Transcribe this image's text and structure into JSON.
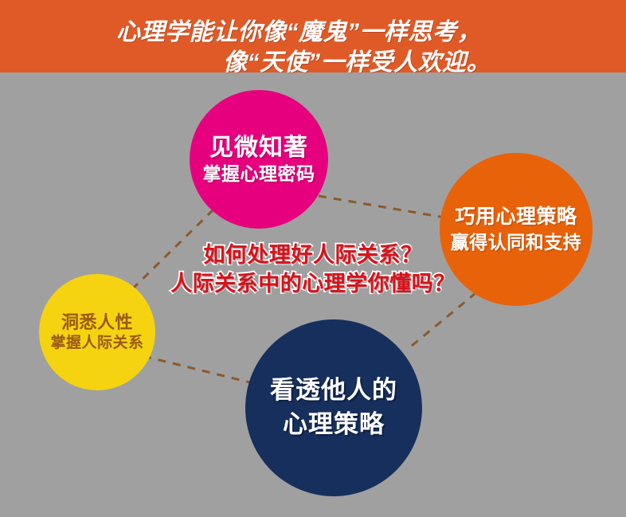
{
  "banner": {
    "line1": "心理学能让你像“魔鬼”一样思考，",
    "line2": "像“天使”一样受人欢迎。",
    "background_color": "#e05a28",
    "text_color": "#ffffff"
  },
  "background_color": "#a0a0a0",
  "center_question": {
    "line1": "如何处理好人际关系？",
    "line2": "人际关系中的心理学你懂吗？",
    "text_color": "#d8121a",
    "outline_color": "#ffffff"
  },
  "nodes": [
    {
      "id": "pink",
      "line1": "见微知著",
      "line2": "掌握心理密码",
      "fill_color": "#e6007e",
      "text_color": "#ffffff"
    },
    {
      "id": "orange",
      "line1": "巧用心理策略",
      "line2": "赢得认同和支持",
      "fill_color": "#e8620a",
      "text_color": "#ffffff"
    },
    {
      "id": "yellow",
      "line1": "洞悉人性",
      "line2": "掌握人际关系",
      "fill_color": "#f5d311",
      "text_color": "#9a5a14"
    },
    {
      "id": "navy",
      "line1": "看透他人的",
      "line2": "心理策略",
      "fill_color": "#172f5c",
      "text_color": "#ffffff"
    }
  ],
  "connectors": {
    "color": "#8a5a2b",
    "style": "dashed",
    "links": [
      {
        "from": "pink",
        "to": "yellow"
      },
      {
        "from": "pink",
        "to": "orange"
      },
      {
        "from": "yellow",
        "to": "navy"
      },
      {
        "from": "navy",
        "to": "orange"
      }
    ]
  }
}
